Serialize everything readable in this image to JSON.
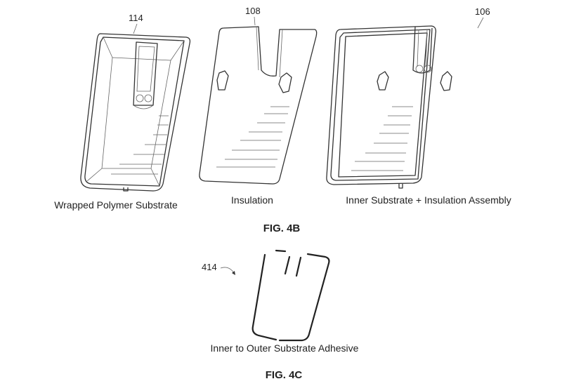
{
  "figure_4b": {
    "title": "FIG. 4B",
    "parts": [
      {
        "ref": "114",
        "caption": "Wrapped Polymer Substrate"
      },
      {
        "ref": "108",
        "caption": "Insulation"
      },
      {
        "ref": "106",
        "caption": "Inner Substrate + Insulation Assembly"
      }
    ]
  },
  "figure_4c": {
    "title": "FIG. 4C",
    "ref": "414",
    "caption": "Inner to Outer Substrate Adhesive"
  }
}
